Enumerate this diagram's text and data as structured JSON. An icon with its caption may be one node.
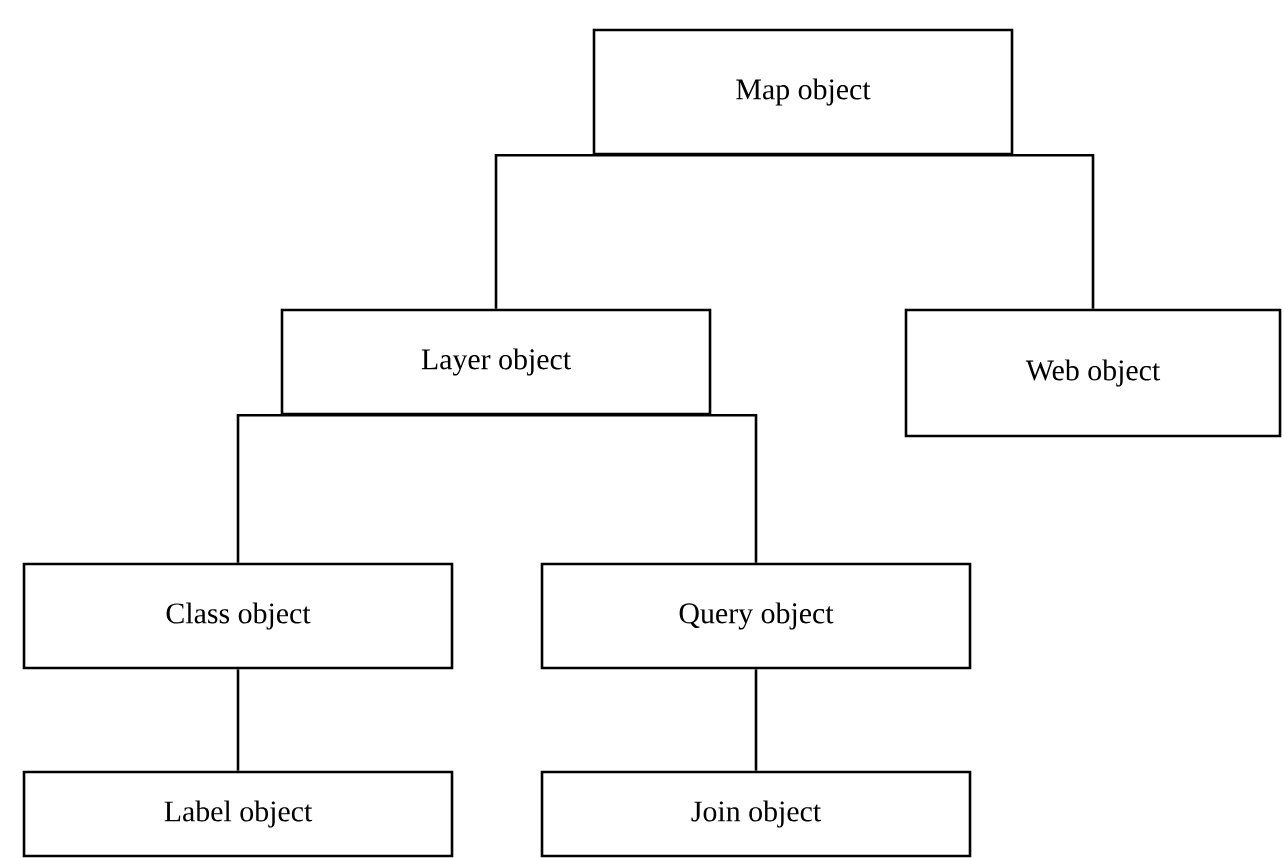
{
  "diagram": {
    "nodes": [
      {
        "text": [
          "Map object"
        ]
      },
      {
        "text": [
          "Layer object"
        ]
      },
      {
        "text": [
          "Web object"
        ]
      },
      {
        "text": [
          "Class object"
        ]
      },
      {
        "text": [
          "Query object"
        ]
      },
      {
        "text": [
          "Label object"
        ]
      },
      {
        "text": [
          "Join object"
        ]
      }
    ],
    "edges": [
      {
        "from": 0,
        "to": 1,
        "arrow": "none"
      },
      {
        "from": 0,
        "to": 2,
        "arrow": "none"
      },
      {
        "from": 1,
        "to": 3,
        "arrow": "none"
      },
      {
        "from": 1,
        "to": 4,
        "arrow": "none"
      },
      {
        "from": 3,
        "to": 5,
        "arrow": "none"
      },
      {
        "from": 4,
        "to": 6,
        "arrow": "none"
      }
    ]
  }
}
